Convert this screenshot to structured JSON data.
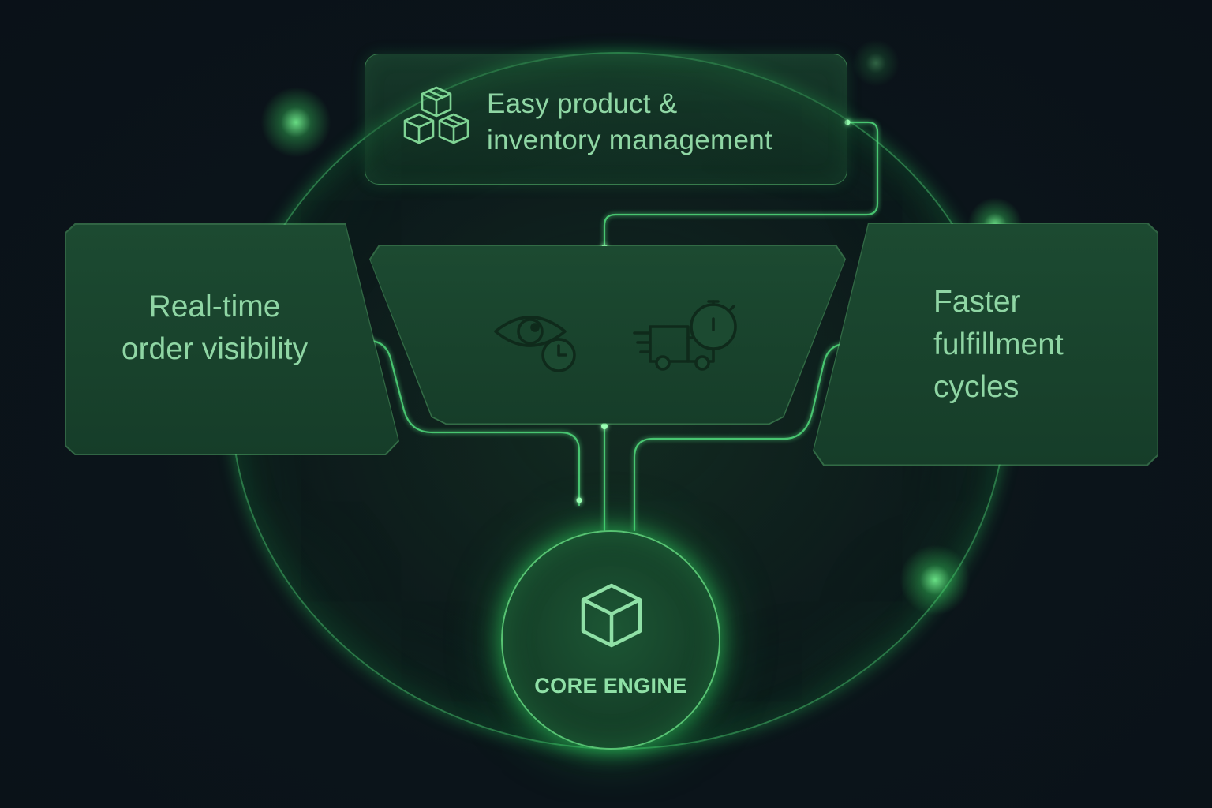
{
  "top_card": {
    "line1": "Easy product &",
    "line2": "inventory management",
    "icon": "stacked-boxes-icon"
  },
  "left_card": {
    "line1": "Real-time",
    "line2": "order visibility"
  },
  "right_card": {
    "line1": "Faster",
    "line2": "fulfillment",
    "line3": "cycles"
  },
  "center_card": {
    "icons": [
      "eye-clock-icon",
      "delivery-truck-stopwatch-icon"
    ]
  },
  "core": {
    "label": "CORE ENGINE",
    "icon": "cube-icon"
  },
  "colors": {
    "background": "#0b121a",
    "accent": "#46c86e",
    "text": "#8fd6a4"
  }
}
